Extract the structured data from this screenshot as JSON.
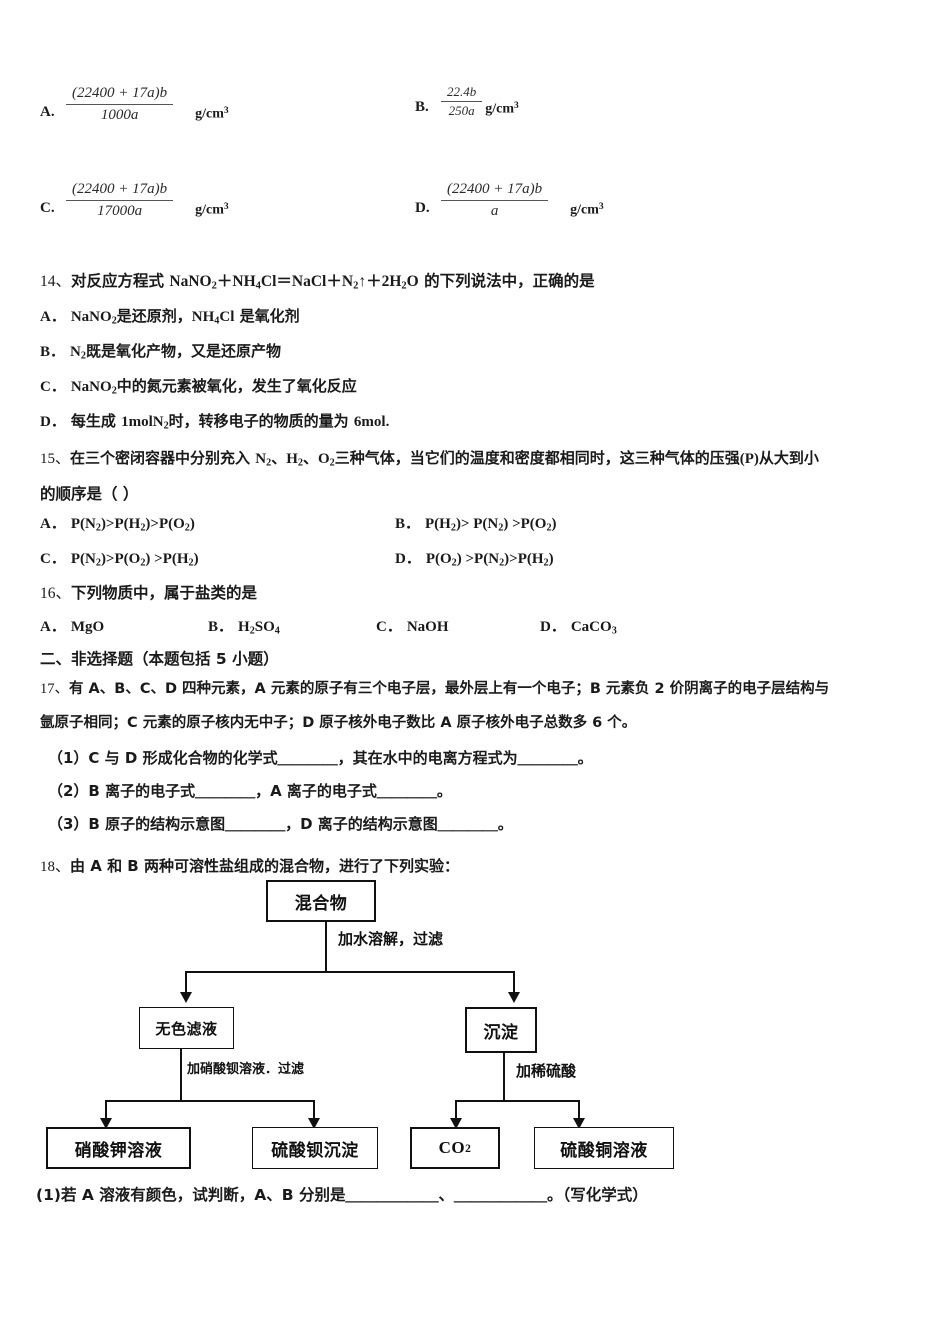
{
  "q13_options": {
    "items": [
      {
        "letter": "A.",
        "numerator": "(22400 + 17a)b",
        "denominator": "1000a",
        "unit": "g/cm",
        "unit_sup": "3",
        "size": "normal",
        "unit_gap": "wide"
      },
      {
        "letter": "B.",
        "numerator": "22.4b",
        "denominator": "250a",
        "unit": "g/cm",
        "unit_sup": "3",
        "size": "small",
        "unit_gap": "tight"
      },
      {
        "letter": "C.",
        "numerator": "(22400 + 17a)b",
        "denominator": "17000a",
        "unit": "g/cm",
        "unit_sup": "3",
        "size": "normal",
        "unit_gap": "wide"
      },
      {
        "letter": "D.",
        "numerator": "(22400 + 17a)b",
        "denominator": "a",
        "unit": "g/cm",
        "unit_sup": "3",
        "size": "normal",
        "unit_gap": "wide"
      }
    ]
  },
  "q14": {
    "number": "14、",
    "stem_pre": "对反应方程式 ",
    "equation": "NaNO2＋NH4Cl＝NaCl＋N2↑＋2H2O",
    "stem_post": " 的下列说法中，正确的是",
    "options": [
      {
        "label": "A．",
        "text": "NaNO2是还原剂，NH4Cl 是氧化剂"
      },
      {
        "label": "B．",
        "text": "N2既是氧化产物，又是还原产物"
      },
      {
        "label": "C．",
        "text": "NaNO2中的氮元素被氧化，发生了氧化反应"
      },
      {
        "label": "D．",
        "text": "每生成 1molN2时，转移电子的物质的量为 6mol."
      }
    ]
  },
  "q15": {
    "number": "15、",
    "line1": "在三个密闭容器中分别充入 N2、H2、O2三种气体，当它们的温度和密度都相同时，这三种气体的压强(P)从大到小",
    "line2": "的顺序是（  ）",
    "options": [
      {
        "label": "A．",
        "text": "P(N2)>P(H2)>P(O2)"
      },
      {
        "label": "B．",
        "text": "P(H2)> P(N2) >P(O2)"
      },
      {
        "label": "C．",
        "text": "P(N2)>P(O2) >P(H2)"
      },
      {
        "label": "D．",
        "text": "P(O2) >P(N2)>P(H2)"
      }
    ]
  },
  "q16": {
    "number": "16、",
    "stem": "下列物质中，属于盐类的是",
    "options": [
      {
        "label": "A．",
        "text": "MgO"
      },
      {
        "label": "B．",
        "text": "H2SO4"
      },
      {
        "label": "C．",
        "text": "NaOH"
      },
      {
        "label": "D．",
        "text": "CaCO3"
      }
    ]
  },
  "section2_heading": "二、非选择题（本题包括 5 小题）",
  "q17": {
    "number": "17、",
    "line1": "有 A、B、C、D 四种元素，A 元素的原子有三个电子层，最外层上有一个电子；B 元素负 2 价阴离子的电子层结构与",
    "line2": "氩原子相同；C 元素的原子核内无中子；D 原子核外电子数比 A 原子核外电子总数多 6 个。",
    "sub_items": [
      "（1）C 与 D 形成化合物的化学式＿＿＿＿，其在水中的电离方程式为＿＿＿＿。",
      "（2）B 离子的电子式＿＿＿＿，A 离子的电子式＿＿＿＿。",
      "（3）B 原子的结构示意图＿＿＿＿，D 离子的结构示意图＿＿＿＿。"
    ]
  },
  "q18": {
    "number": "18、",
    "stem": "由 A 和 B 两种可溶性盐组成的混合物，进行了下列实验：",
    "flowchart": {
      "nodes": {
        "mixture": "混合物",
        "filtrate": "无色滤液",
        "precipitate": "沉淀",
        "product1": "硝酸钾溶液",
        "product2": "硫酸钡沉淀",
        "product3": "CO2",
        "product4": "硫酸铜溶液"
      },
      "edge_labels": {
        "step1": "加水溶解，过滤",
        "step2": "加硝酸钡溶液．过滤",
        "step3": "加稀硫酸"
      }
    },
    "tail_question": "(1)若 A 溶液有颜色，试判断，A、B 分别是＿＿＿＿＿＿、＿＿＿＿＿＿。（写化学式）"
  }
}
